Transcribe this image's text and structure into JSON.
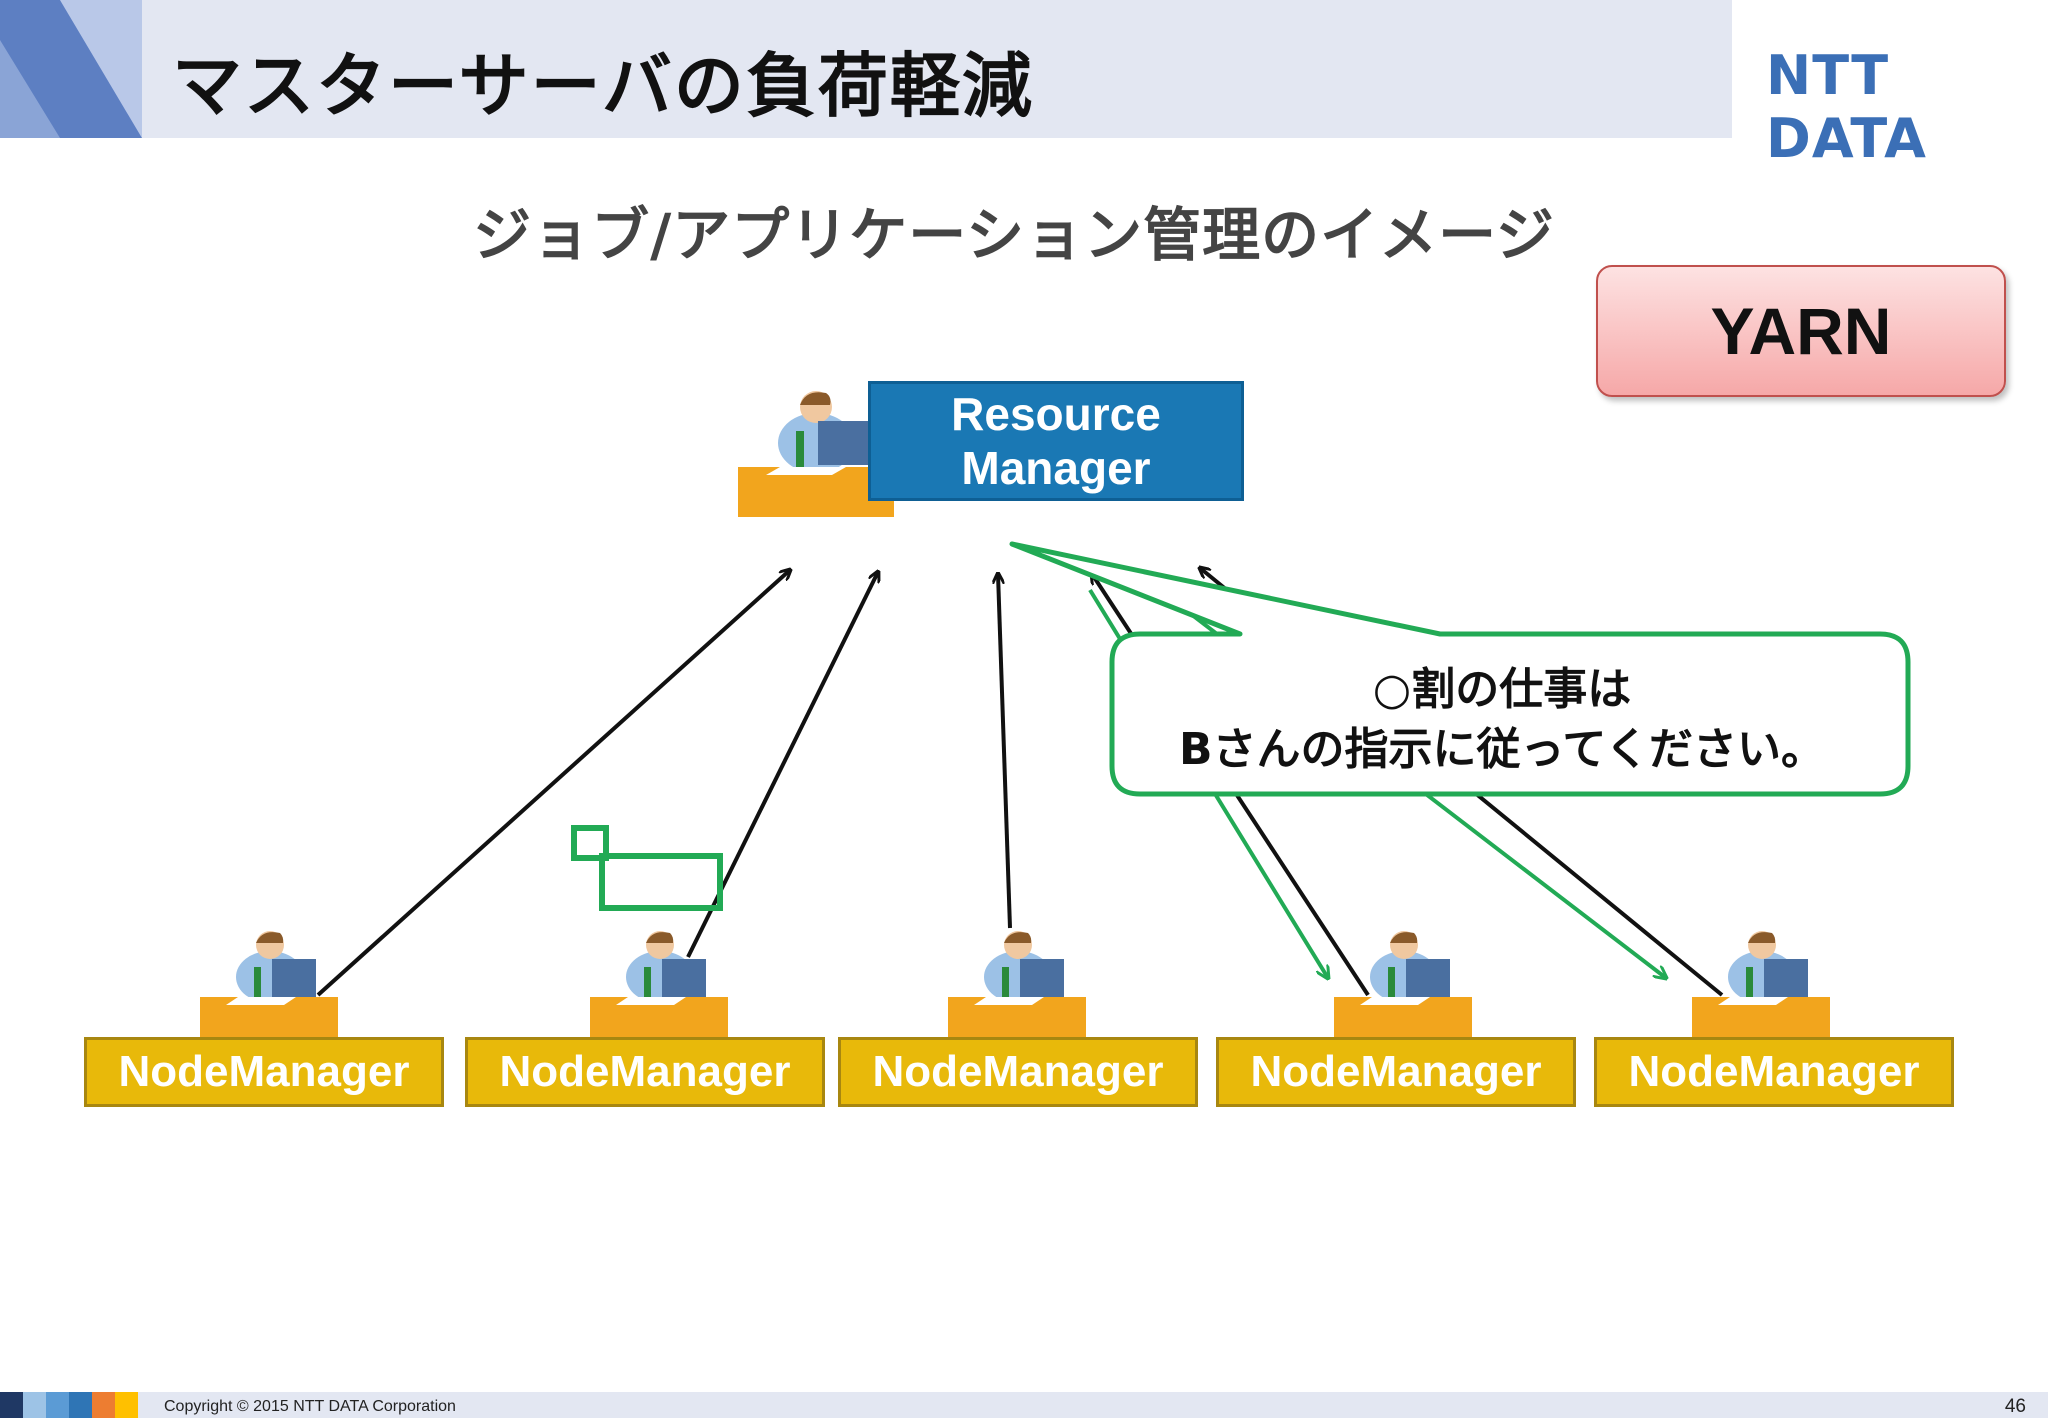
{
  "header": {
    "title": "マスターサーバの負荷軽減",
    "logo": "NTT DATA"
  },
  "subtitle": "ジョブ/アプリケーション管理のイメージ",
  "badge": "YARN",
  "resource_manager": {
    "line1": "Resource",
    "line2": "Manager"
  },
  "node_managers": [
    "NodeManager",
    "NodeManager",
    "NodeManager",
    "NodeManager",
    "NodeManager"
  ],
  "bubble": {
    "line1": "○割の仕事は",
    "line2": "Bさんの指示に従ってください。"
  },
  "colors": {
    "header_bg": "#e3e7f2",
    "logo": "#3b6fb6",
    "resource_manager": "#1a78b4",
    "node_manager": "#e8b90a",
    "bubble_border": "#22aa55",
    "arrow": "#111111",
    "green_arrow": "#22aa55",
    "badge": "#f6a8a8",
    "footer_stripes": [
      "#1f3864",
      "#9dc3e6",
      "#5b9bd5",
      "#2f75b5",
      "#ed7d31",
      "#ffc000"
    ]
  },
  "footer": {
    "copyright": "Copyright © 2015 NTT DATA Corporation",
    "page": "46"
  }
}
